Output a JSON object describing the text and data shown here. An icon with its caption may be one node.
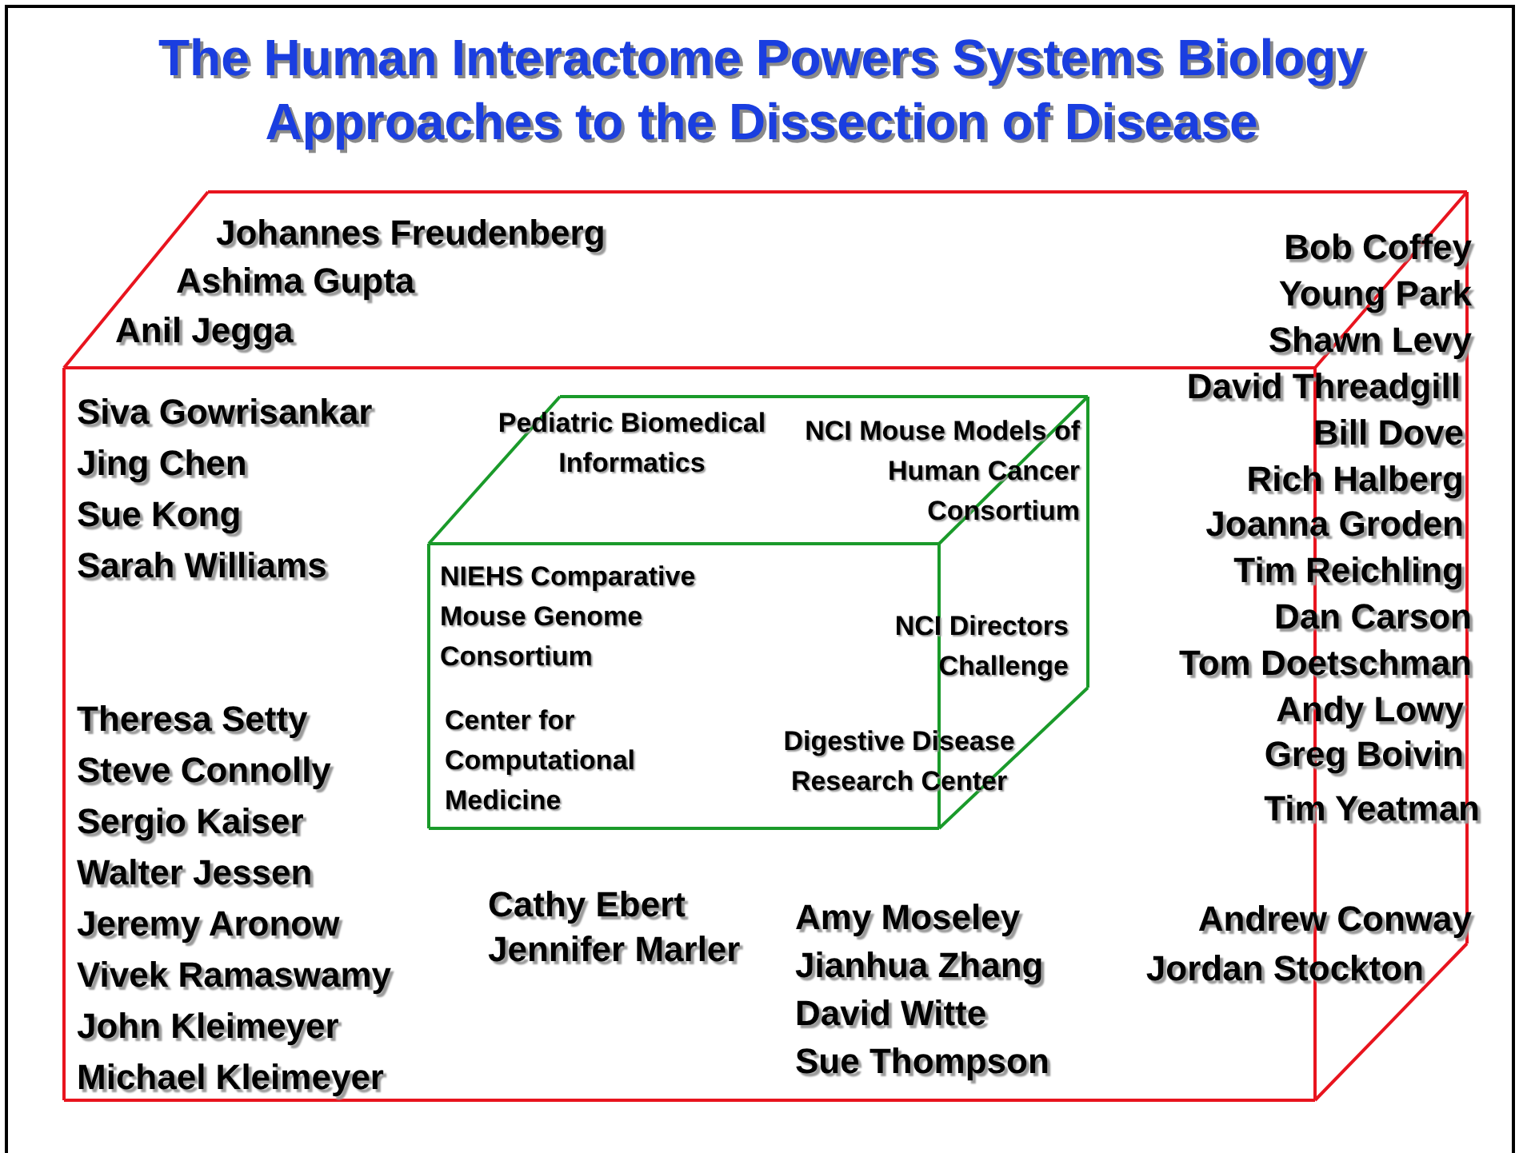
{
  "diagram": {
    "title": "The Human Interactome Powers Systems Biology Approaches to the Dissection of Disease",
    "nodes": [
      {
        "text": [
          "Johannes Freudenberg",
          "Ashima Gupta",
          "Anil Jegga",
          "Bob Coffey",
          "Young Park",
          "Shawn Levy",
          "David Threadgill",
          "Bill Dove",
          "Rich Halberg",
          "Joanna Groden",
          "Tim Reichling",
          "Dan Carson",
          "Tom Doetschman",
          "Andy Lowy",
          "Greg Boivin",
          "Tim Yeatman",
          "Siva Gowrisankar",
          "Jing Chen",
          "Sue Kong",
          "Sarah Williams",
          "Theresa Setty",
          "Steve Connolly",
          "Sergio Kaiser",
          "Walter Jessen",
          "Jeremy Aronow",
          "Vivek Ramaswamy",
          "John Kleimeyer",
          "Michael Kleimeyer",
          "Cathy Ebert",
          "Jennifer Marler",
          "Amy Moseley",
          "Jianhua Zhang",
          "David Witte",
          "Sue Thompson",
          "Andrew Conway",
          "Jordan Stockton"
        ]
      },
      {
        "text": [
          "Pediatric Biomedical Informatics",
          "NCI Mouse Models of Human Cancer Consortium",
          "NIEHS Comparative Mouse Genome Consortium",
          "NCI Directors Challenge",
          "Center for Computational Medicine",
          "Digestive Disease Research Center"
        ],
        "in": 0
      }
    ]
  }
}
